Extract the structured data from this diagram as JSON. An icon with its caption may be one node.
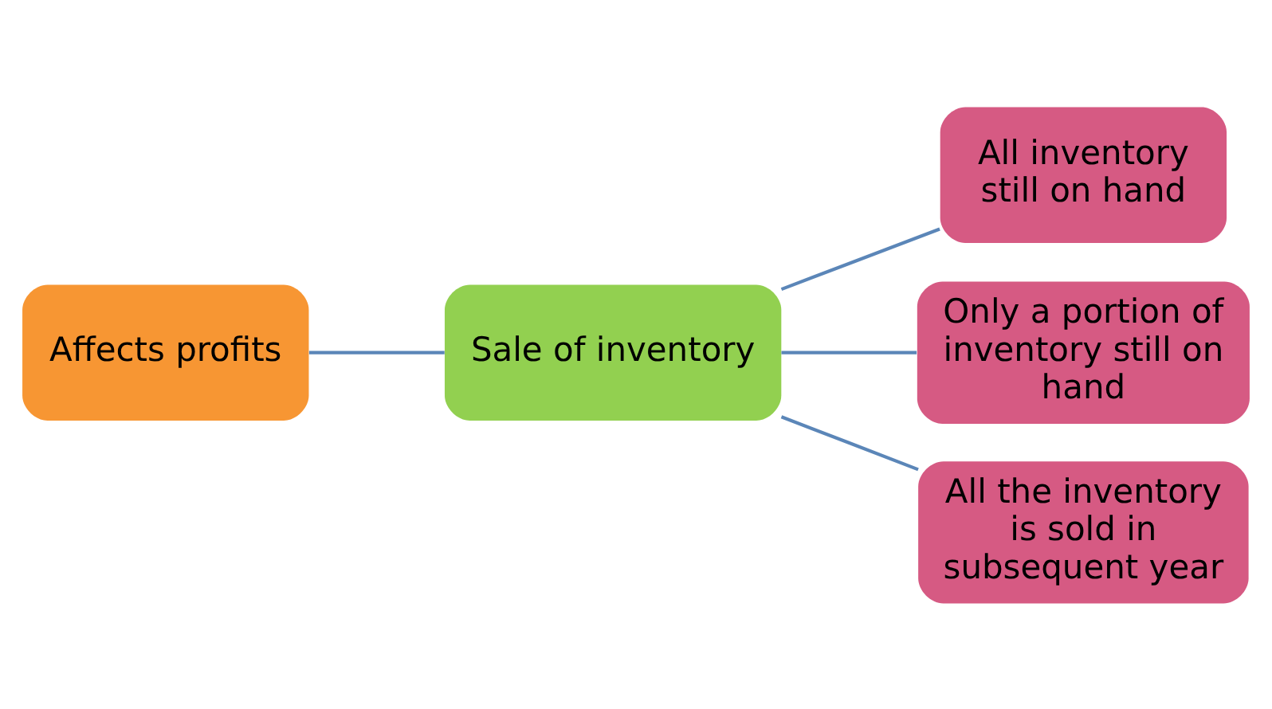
{
  "diagram": {
    "nodes": [
      {
        "text": [
          "Affects profits"
        ]
      },
      {
        "text": [
          "Sale of inventory"
        ]
      },
      {
        "text": [
          "All inventory still on hand"
        ]
      },
      {
        "text": [
          "Only a portion of inventory still on hand"
        ]
      },
      {
        "text": [
          "All the inventory is sold in subsequent year"
        ]
      }
    ],
    "edges": [
      {
        "from": 0,
        "to": 1,
        "arrow": "none"
      },
      {
        "from": 1,
        "to": 2,
        "arrow": "none"
      },
      {
        "from": 1,
        "to": 3,
        "arrow": "none"
      },
      {
        "from": 1,
        "to": 4,
        "arrow": "none"
      }
    ]
  }
}
